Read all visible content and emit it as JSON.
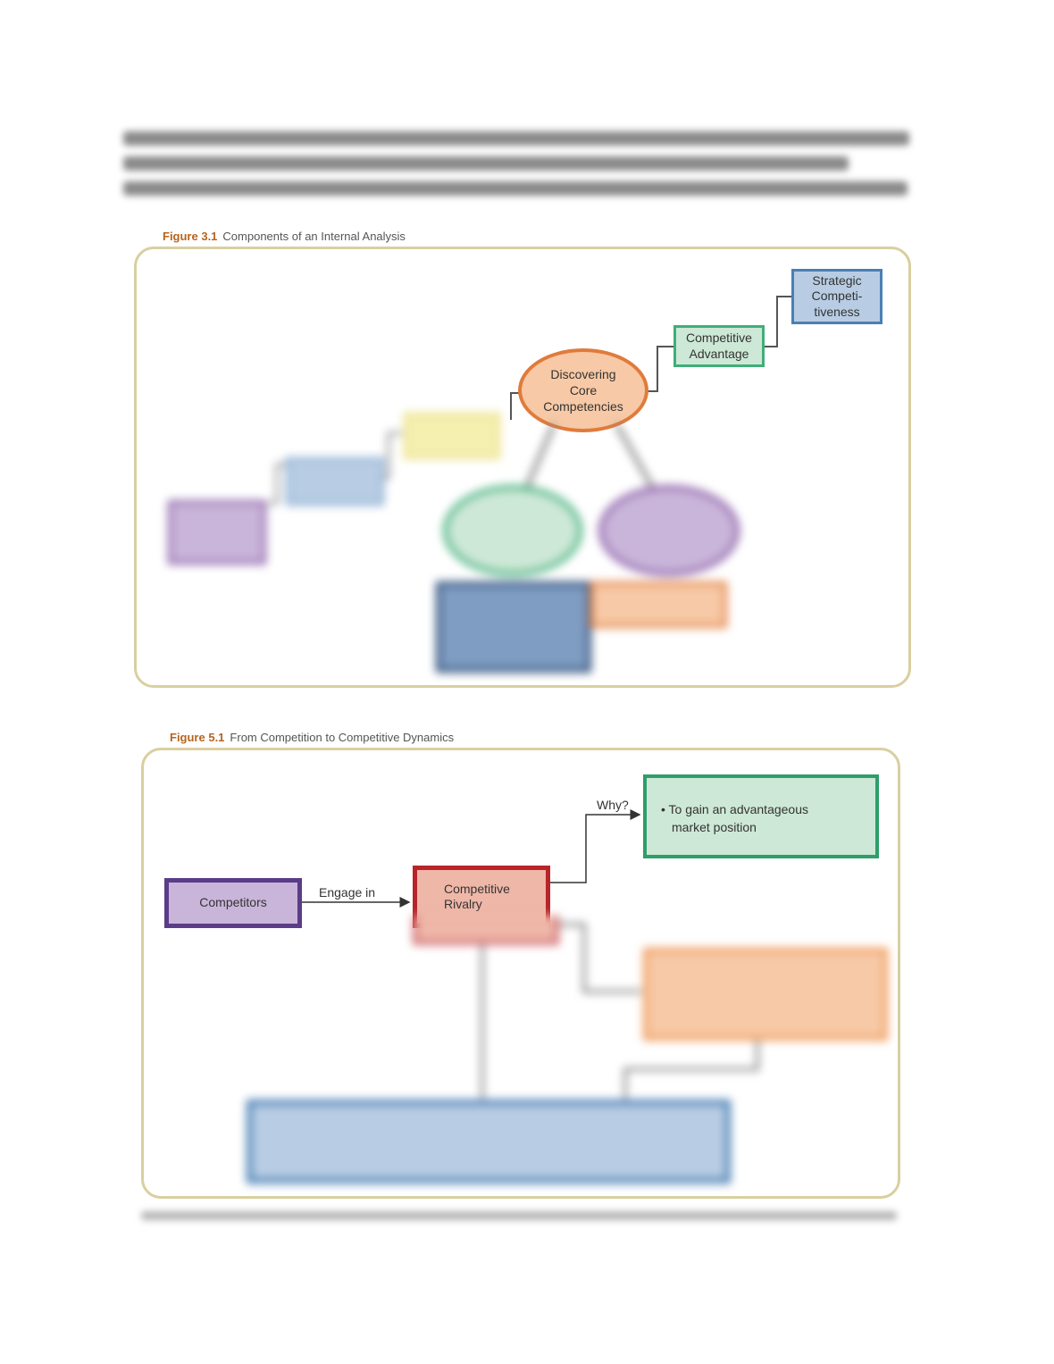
{
  "colors": {
    "purple": "#8b5fa8",
    "purple_fill": "#c9b5d9",
    "blue": "#4a7fb5",
    "blue_fill": "#b8cde3",
    "yellow_fill": "#f5efb0",
    "orange": "#e07b3c",
    "orange_fill": "#f7c9a6",
    "green": "#3fae7a",
    "green_fill": "#cde8d6",
    "red": "#b8242a",
    "red_fill": "#efb7a8",
    "navy": "#2f4f7a",
    "navy_fill": "#7f9cc2",
    "panel_border": "#d9cfa0"
  },
  "figure1": {
    "label": "Figure 3.1",
    "title": "Components of an Internal Analysis",
    "strategic": "Strategic Competi-tiveness",
    "competitive_advantage": "Competitive Advantage",
    "discovering": "Discovering Core Competencies"
  },
  "figure2": {
    "label": "Figure 5.1",
    "title": "From Competition to Competitive Dynamics",
    "competitors": "Competitors",
    "engage_in": "Engage in",
    "rivalry": "Competitive Rivalry",
    "why": "Why?",
    "why_box_bullet": "• To gain an advantageous",
    "why_box_line2": "market position"
  }
}
